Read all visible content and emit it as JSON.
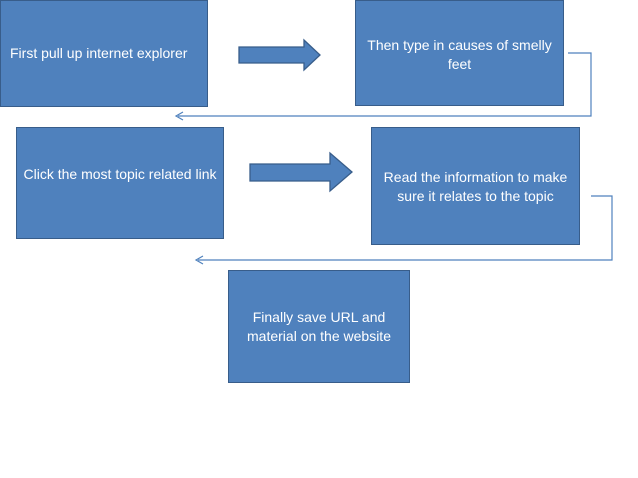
{
  "diagram": {
    "steps": [
      {
        "id": "1",
        "text": "First pull up internet explorer"
      },
      {
        "id": "2",
        "text": "Then type in causes of smelly feet"
      },
      {
        "id": "3",
        "text": "Click the most topic related link"
      },
      {
        "id": "4",
        "text": "Read the information to make sure it relates to the topic"
      },
      {
        "id": "5",
        "text": "Finally save URL and material on the website"
      }
    ],
    "colors": {
      "box_fill": "#4f81bd",
      "box_border": "#385d8a",
      "text": "#ffffff",
      "connector": "#4f81bd"
    }
  }
}
